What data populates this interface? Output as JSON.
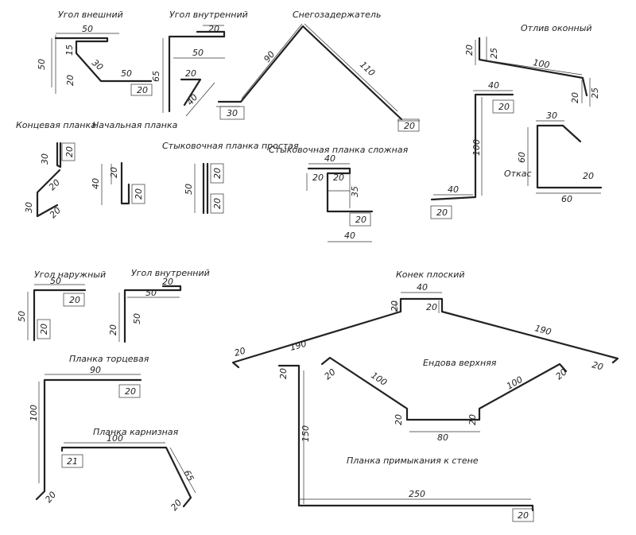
{
  "titles": {
    "ugol_vneshniy": "Угол внешний",
    "ugol_vnutrenniy": "Угол внутренний",
    "snegozaderzhatel": "Снегозадержатель",
    "otliv_okonnyy": "Отлив оконный",
    "kontsevaya_planka": "Концевая планка",
    "nachalnaya_planka": "Начальная планка",
    "stykovochnaya_prostaya": "Стыковочная планка простая",
    "stykovochnaya_slozhnaya": "Стыковочная планка сложная",
    "otkas": "Откас",
    "ugol_naruzhnyy": "Угол наружный",
    "ugol_vnutrenniy_2": "Угол внутренний",
    "konek_ploskiy": "Конек плоский",
    "endova_verkhnyaya": "Ендова верхняя",
    "planka_tortsevaya": "Планка торцевая",
    "planka_karniznaya": "Планка карнизная",
    "planka_primykaniya": "Планка примыкания к стене"
  },
  "dims": {
    "uv_50top": "50",
    "uv_50left": "50",
    "uv_15": "15",
    "uv_30": "30",
    "uv_20v": "20",
    "uv_50b": "50",
    "uv_20box": "20",
    "ui_20top": "20",
    "ui_50": "50",
    "ui_65": "65",
    "ui_20mid": "20",
    "ui_40": "40",
    "sz_90": "90",
    "sz_110": "110",
    "sz_30": "30",
    "sz_20": "20",
    "oo_20l": "20",
    "oo_25l": "25",
    "oo_100": "100",
    "oo_20r": "20",
    "oo_25r": "25",
    "p_40": "40",
    "p_20box": "20",
    "p_100": "100",
    "p_40b": "40",
    "p_20b": "20",
    "ot_30": "30",
    "ot_60v": "60",
    "ot_20": "20",
    "ot_60": "60",
    "kp_30a": "30",
    "kp_20a": "20",
    "kp_20b": "20",
    "kp_30b": "30",
    "kp_20c": "20",
    "np_40": "40",
    "np_20a": "20",
    "np_20b": "20",
    "sp_50": "50",
    "sp_20a": "20",
    "sp_20b": "20",
    "ss_40": "40",
    "ss_20a": "20",
    "ss_20b": "20",
    "ss_35": "35",
    "ss_20c": "20",
    "ss_40b": "40",
    "un_50t": "50",
    "un_20box": "20",
    "un_50l": "50",
    "un_20v": "20",
    "ui2_20": "20",
    "ui2_50": "50",
    "ui2_50v": "50",
    "ui2_20v": "20",
    "kf_40": "40",
    "kf_20l": "20",
    "kf_20r": "20",
    "kf_190r": "190",
    "kf_190l": "190",
    "kf_20fl": "20",
    "kf_20fr": "20",
    "en_100l": "100",
    "en_100r": "100",
    "en_20a": "20",
    "en_20b": "20",
    "en_20c": "20",
    "en_20d": "20",
    "en_80": "80",
    "pt_90": "90",
    "pt_20box": "20",
    "pt_100": "100",
    "pt_20b": "20",
    "pk_100": "100",
    "pk_21": "21",
    "pk_65": "65",
    "pk_20": "20",
    "pw_20": "20",
    "pw_150": "150",
    "pw_250": "250",
    "pw_20b": "20"
  }
}
